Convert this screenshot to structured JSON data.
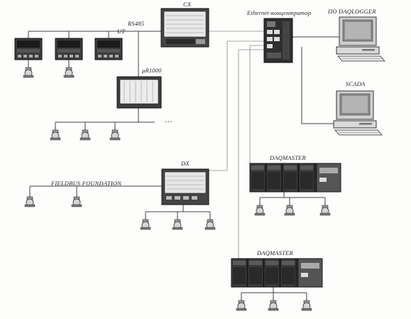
{
  "labels": {
    "cx": "CX",
    "rs485": "RS485",
    "ut": "UT",
    "ur1000": "μR1000",
    "ellipsis": "...",
    "hub": "Ethernet-концентратор",
    "daqlogger": "ПО DAQLOGGER",
    "scada": "SCADA",
    "dx": "DX",
    "fieldbus": "FIELDBUS FOUNDATION",
    "daqmaster1": "DAQMASTER",
    "daqmaster2": "DAQMASTER"
  }
}
